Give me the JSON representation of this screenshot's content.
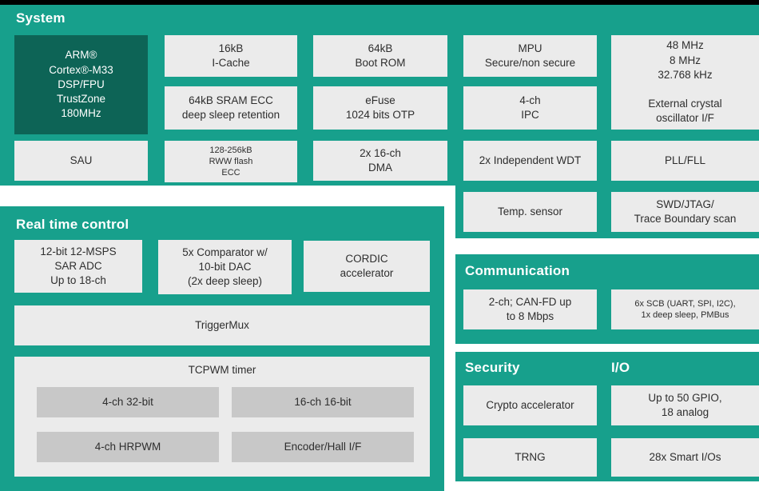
{
  "diagram": {
    "colors": {
      "panel_teal": "#17a08c",
      "dark_block_teal": "#0d6456",
      "light_block": "#ebebeb",
      "inner_block_gray": "#c8c8c8",
      "top_bar": "#000000",
      "title_text": "#ffffff",
      "block_text": "#2e2e2e"
    },
    "system": {
      "title": "System",
      "cpu": "ARM®\nCortex®-M33\nDSP/FPU\nTrustZone\n180MHz",
      "sau": "SAU",
      "icache": "16kB\nI-Cache",
      "sram": "64kB SRAM ECC\ndeep sleep retention",
      "flash": "128-256kB\nRWW flash\nECC",
      "boot_rom": "64kB\nBoot ROM",
      "efuse": "eFuse\n1024 bits OTP",
      "dma": "2x 16-ch\nDMA",
      "mpu": "MPU\nSecure/non secure",
      "ipc": "4-ch\nIPC",
      "wdt": "2x Independent WDT",
      "temp_sensor": "Temp. sensor",
      "crystal": "48 MHz\n8 MHz\n32.768 kHz\n\nExternal crystal\noscillator I/F",
      "pll": "PLL/FLL",
      "swd": "SWD/JTAG/\nTrace Boundary scan"
    },
    "real_time_control": {
      "title": "Real time control",
      "adc": "12-bit 12-MSPS\nSAR ADC\nUp to 18-ch",
      "comparator": "5x Comparator w/\n10-bit DAC\n(2x deep sleep)",
      "cordic": "CORDIC\naccelerator",
      "trigger_mux": "TriggerMux",
      "tcpwm_title": "TCPWM timer",
      "tcpwm_1": "4-ch 32-bit",
      "tcpwm_2": "16-ch 16-bit",
      "tcpwm_3": "4-ch HRPWM",
      "tcpwm_4": "Encoder/Hall I/F"
    },
    "communication": {
      "title": "Communication",
      "canfd": "2-ch; CAN-FD up\nto 8 Mbps",
      "scb": "6x SCB (UART, SPI, I2C),\n1x deep sleep, PMBus"
    },
    "security": {
      "title": "Security",
      "crypto": "Crypto accelerator",
      "trng": "TRNG"
    },
    "io": {
      "title": "I/O",
      "gpio": "Up to 50 GPIO,\n18 analog",
      "smart_io": "28x Smart I/Os"
    }
  }
}
